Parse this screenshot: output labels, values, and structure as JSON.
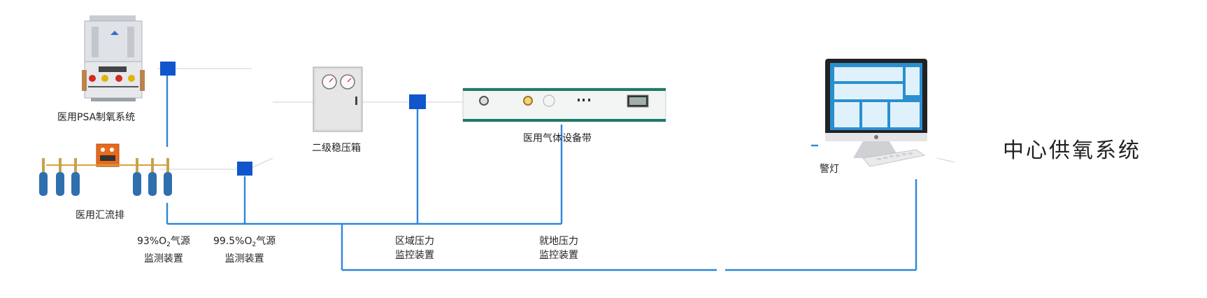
{
  "title": "中心供氧系统",
  "nodes": {
    "psa": "医用PSA制氧系统",
    "manifold": "医用汇流排",
    "regulator": "二级稳压箱",
    "bedhead": "医用气体设备带",
    "alarm": "警灯"
  },
  "monitors": {
    "src93": {
      "pre": "93%O",
      "sub": "2",
      "post": "气源",
      "line2": "监测装置"
    },
    "src995": {
      "pre": "99.5%O",
      "sub": "2",
      "post": "气源",
      "line2": "监测装置"
    },
    "zone": {
      "line1": "区域压力",
      "line2": "监控装置"
    },
    "local": {
      "line1": "就地压力",
      "line2": "监控装置"
    }
  },
  "colors": {
    "bus_line": "#2f86d8",
    "node_box": "#1155cc",
    "bedhead_trim": "#1e7a6a",
    "monitor_screen": "#2a8fd0"
  }
}
